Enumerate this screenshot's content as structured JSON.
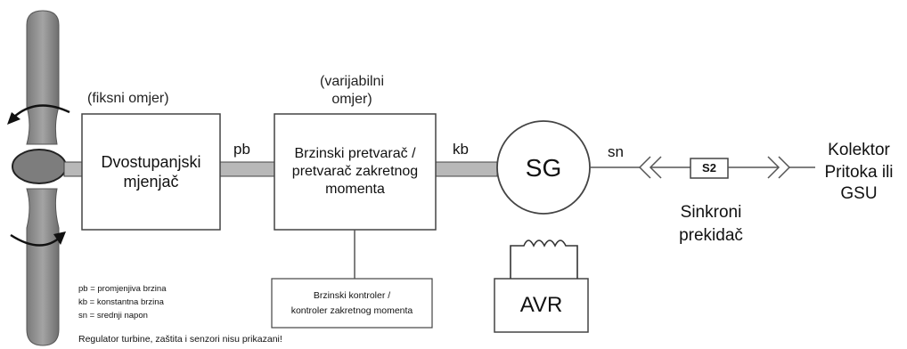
{
  "gearbox": {
    "ratio": "(fiksni omjer)",
    "label": "Dvostupanjski\nmjenjač"
  },
  "converter": {
    "ratio": "(varijabilni\nomjer)",
    "label": "Brzinski pretvarač /\npretvarač zakretnog\nmomenta"
  },
  "shafts": {
    "variable": "pb",
    "constant": "kb",
    "medium_voltage": "sn"
  },
  "generator": {
    "label": "SG"
  },
  "avr": {
    "label": "AVR"
  },
  "breaker": {
    "code": "S2",
    "label": "Sinkroni\nprekidač"
  },
  "destination": {
    "label": "Kolektor\nPritoka ili\nGSU"
  },
  "controller": {
    "label": "Brzinski kontroler /\nkontroler zakretnog momenta"
  },
  "legend": [
    "pb = promjenjiva brzina",
    "kb = konstantna brzina",
    "sn = srednji napon"
  ],
  "footnote": "Regulator turbine, zaštita i senzori nisu prikazani!"
}
